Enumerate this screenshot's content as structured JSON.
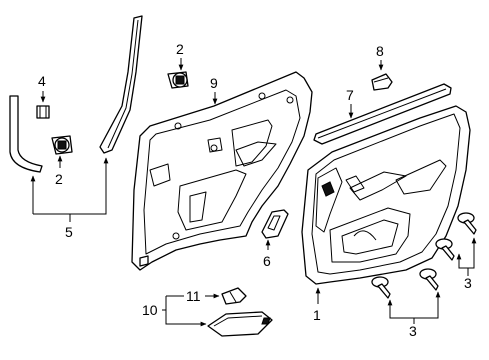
{
  "diagram": {
    "callouts": {
      "c1": "1",
      "c2a": "2",
      "c2b": "2",
      "c3a": "3",
      "c3b": "3",
      "c4": "4",
      "c5": "5",
      "c6": "6",
      "c7": "7",
      "c8": "8",
      "c9": "9",
      "c10": "10",
      "c11": "11"
    }
  }
}
